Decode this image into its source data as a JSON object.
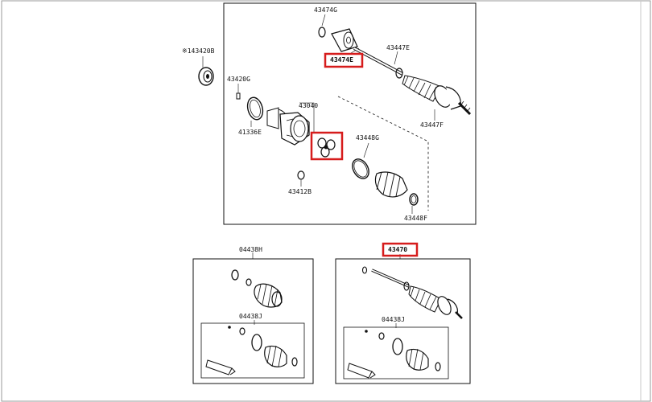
{
  "diagram": {
    "part_numbers": {
      "p43474G": "43474G",
      "p43474E": "43474E",
      "p43447E": "43447E",
      "p43420B": "※143420B",
      "p43420G": "43420G",
      "p43040": "43040",
      "p41336E": "41336E",
      "p43448G": "43448G",
      "p43447F": "43447F",
      "p43412B": "43412B",
      "p43448F": "43448F",
      "p04438H": "04438H",
      "p04438J_left": "04438J",
      "p43470": "43470",
      "p04438J_right": "04438J"
    },
    "highlight_color": "#d61c1c",
    "line_color": "#111111",
    "frame_color": "#9a9a9a",
    "boxes": [
      "main-assembly-box",
      "kit-04438H-box",
      "kit-43470-box"
    ]
  }
}
